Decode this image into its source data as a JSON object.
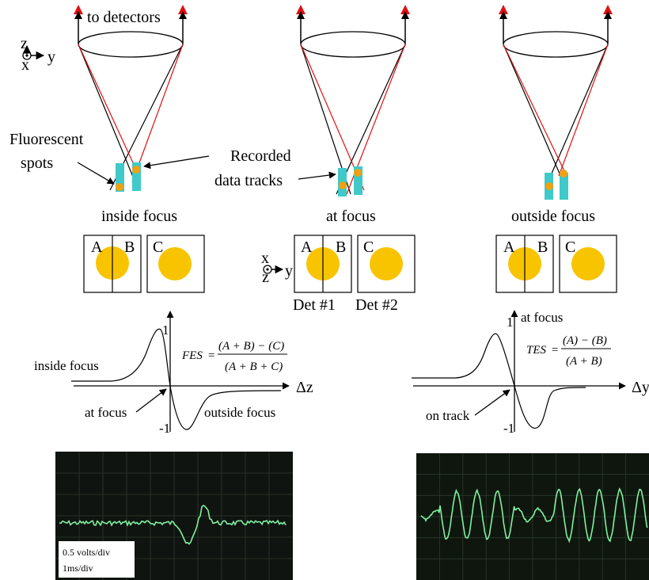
{
  "colors": {
    "black_ray": "#000000",
    "red_ray": "#e01010",
    "track": "#3fc9c9",
    "spot": "#f2a010",
    "detector_spot": "#f8c400",
    "scope_bg": "#101410",
    "scope_trace": "#7ff0a0"
  },
  "top": {
    "to_detectors": "to detectors",
    "axis_z": "z",
    "axis_x": "x",
    "axis_y": "y",
    "fluorescent_line1": "Fluorescent",
    "fluorescent_line2": "spots",
    "recorded_line1": "Recorded",
    "recorded_line2": "data tracks"
  },
  "panels": [
    {
      "caption": "inside focus"
    },
    {
      "caption": "at focus"
    },
    {
      "caption": "outside focus"
    }
  ],
  "detectors": {
    "label_a": "A",
    "label_b": "B",
    "label_c": "C",
    "det1": "Det #1",
    "det2": "Det #2",
    "axis_x": "x",
    "axis_z": "z",
    "axis_y": "y"
  },
  "fes_plot": {
    "tick_pos": "1",
    "tick_neg": "-1",
    "axis_label": "Δz",
    "inside": "inside focus",
    "at": "at focus",
    "outside": "outside focus",
    "formula_lhs": "FES",
    "formula_num": "(A + B) − (C)",
    "formula_den": "(A + B + C)"
  },
  "tes_plot": {
    "tick_pos": "1",
    "tick_neg": "-1",
    "axis_label": "Δy",
    "at": "at focus",
    "on_track": "on track",
    "formula_lhs": "TES",
    "formula_num": "(A) − (B)",
    "formula_den": "(A + B)"
  },
  "scope_left": {
    "line1": "0.5 volts/div",
    "line2": "1ms/div"
  }
}
